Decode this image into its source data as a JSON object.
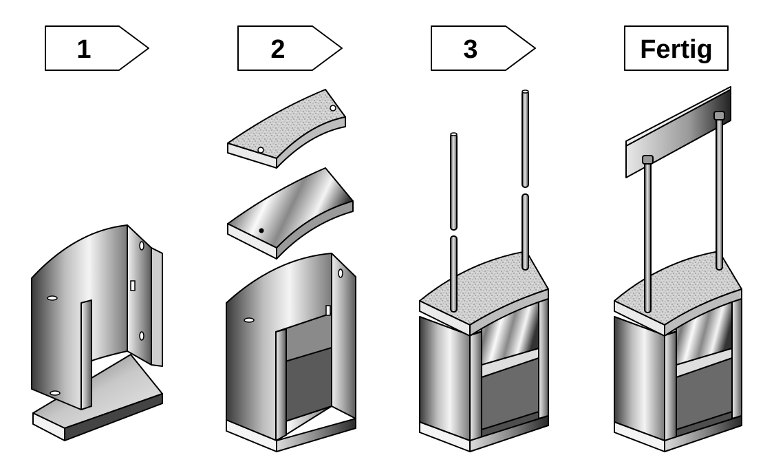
{
  "steps": [
    {
      "label": "1"
    },
    {
      "label": "2"
    },
    {
      "label": "3"
    },
    {
      "label": "Fertig"
    }
  ]
}
